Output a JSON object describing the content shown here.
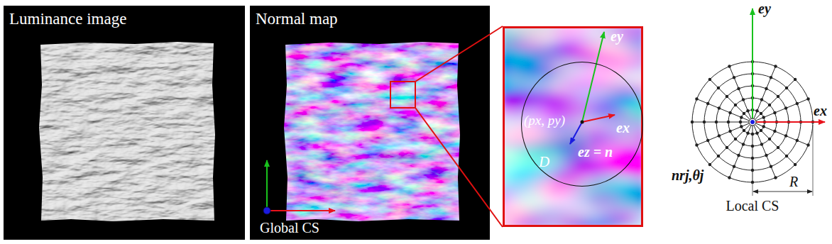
{
  "diagram": {
    "nodes": [
      {
        "text": [
          "Luminance image"
        ]
      },
      {
        "text": [
          "Normal map",
          "Global CS"
        ]
      },
      {
        "text": [
          "(px, py)",
          "ey",
          "ex",
          "ez = n"
        ]
      },
      {
        "text": [
          "D"
        ],
        "in": 2
      }
    ],
    "labels": [
      "ey",
      "ex",
      "nrj,θj",
      "R",
      "Local CS"
    ]
  }
}
